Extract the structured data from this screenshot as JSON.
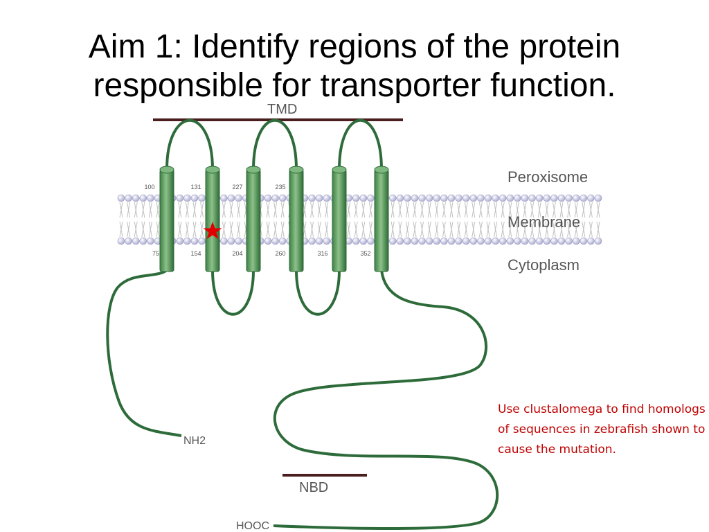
{
  "slide": {
    "title_line1": "Aim 1: Identify regions of the protein",
    "title_line2": "responsible for transporter function.",
    "note": "Use clustalomega to find homologs of sequences in zebrafish shown to cause the mutation."
  },
  "diagram": {
    "tmd_label": "TMD",
    "nbd_label": "NBD",
    "nh2_label": "NH2",
    "hooc_label": "HOOC",
    "compartments": {
      "top": "Peroxisome",
      "middle": "Membrane",
      "bottom": "Cytoplasm"
    },
    "helices": [
      {
        "top_residue": "100",
        "bottom_residue": "75"
      },
      {
        "top_residue": "131",
        "bottom_residue": "154"
      },
      {
        "top_residue": "227",
        "bottom_residue": "204"
      },
      {
        "top_residue": "235",
        "bottom_residue": "260"
      },
      {
        "top_residue": "",
        "bottom_residue": "316"
      },
      {
        "top_residue": "",
        "bottom_residue": "352"
      }
    ],
    "colors": {
      "helix": "#5e9a5e",
      "chain": "#2d6b3a",
      "lipid_head": "#c8c8e6",
      "mutation_star": "#e00000",
      "domain_bar": "#4a1e1e",
      "label": "#555555"
    },
    "mutation_marker_icon": "star-icon"
  }
}
